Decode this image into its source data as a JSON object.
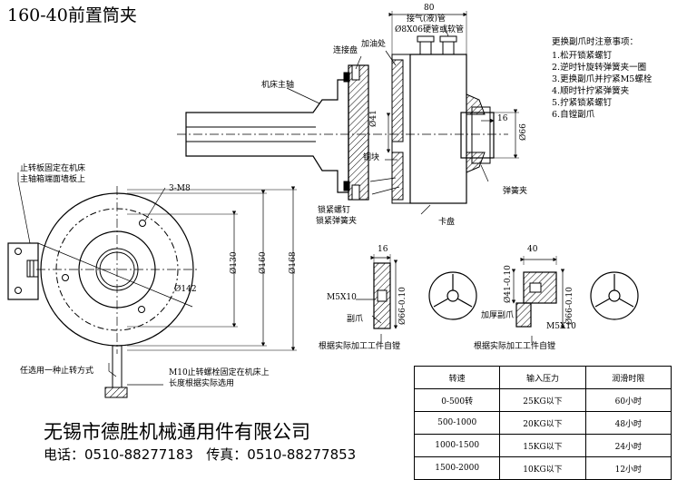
{
  "title": "160-40前置筒夹",
  "company": "无锡市德胜机械通用件有限公司",
  "contact": {
    "phone_label": "电话：",
    "phone": "0510-88277183",
    "fax_label": "传真：",
    "fax": "0510-88277853"
  },
  "labels": {
    "dim_80": "80",
    "air_pipe": "接气(液)管",
    "pipe_spec": "Ø8X06硬管或软管",
    "flange": "连接盘",
    "oil_port": "加油处",
    "spindle": "机床主轴",
    "d41": "Ø41",
    "copper_block": "铜块",
    "lock_screw": "锁紧螺钉",
    "lock_spring": "锁紧弹簧夹",
    "chuck": "卡盘",
    "spring_collet": "弹簧夹",
    "dim_16": "16",
    "d66": "Ø66",
    "stop_plate_1": "止转板固定在机床",
    "stop_plate_2": "主轴箱端面墙板上",
    "m8": "3-M8",
    "d130": "Ø130",
    "d160": "Ø160",
    "d168": "Ø168",
    "d142": "Ø142",
    "stop_option": "任选用一种止转方式",
    "m10_1": "M10止转螺栓固定在机床上",
    "m10_2": "长度根据实际选用"
  },
  "notes": {
    "heading": "更换副爪时注意事项：",
    "items": [
      "1.松开锁紧螺钉",
      "2.逆时针旋转弹簧夹一圈",
      "3.更换副爪并拧紧M5螺栓",
      "4.顺时针拧紧弹簧夹",
      "5.拧紧锁紧螺钉",
      "6.自镗副爪"
    ]
  },
  "jaw_left": {
    "dim_16": "16",
    "m5": "M5X10",
    "d66": "Ø66-0.10",
    "name": "副爪",
    "bore": "根据实际加工工件自镗"
  },
  "jaw_right": {
    "dim_40": "40",
    "d41": "Ø41-0.10",
    "d66": "Ø66-0.10",
    "name": "加厚副爪",
    "m5": "M5X10",
    "bore": "根据实际加工工件自镗"
  },
  "specs": {
    "headers": [
      "转速",
      "输入压力",
      "润滑时限"
    ],
    "rows": [
      [
        "0-500转",
        "25KG以下",
        "60小时"
      ],
      [
        "500-1000",
        "20KG以下",
        "48小时"
      ],
      [
        "1000-1500",
        "15KG以下",
        "24小时"
      ],
      [
        "1500-2000",
        "10KG以下",
        "12小时"
      ]
    ]
  }
}
